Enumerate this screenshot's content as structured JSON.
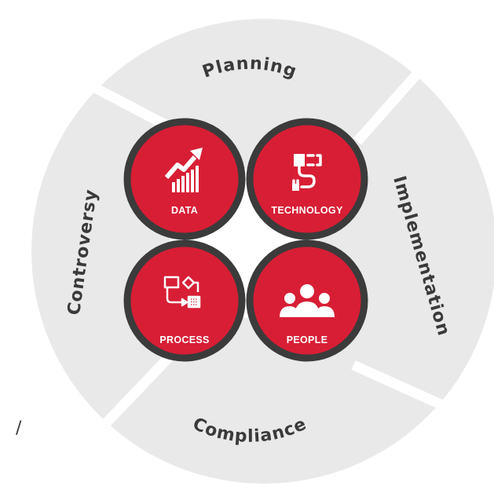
{
  "colors": {
    "ring": "#e9e9e9",
    "ring_gap": "#ffffff",
    "node_fill": "#d81e35",
    "node_border": "#3b3b3b",
    "ring_text": "#3a3a3a",
    "node_text": "#ffffff"
  },
  "ring": {
    "segments": [
      {
        "label": "Planning"
      },
      {
        "label": "Implementation"
      },
      {
        "label": "Compliance"
      },
      {
        "label": "Controversy"
      }
    ]
  },
  "nodes": [
    {
      "label": "DATA",
      "icon": "growth-chart-icon"
    },
    {
      "label": "TECHNOLOGY",
      "icon": "plug-icon"
    },
    {
      "label": "PROCESS",
      "icon": "flowchart-icon"
    },
    {
      "label": "PEOPLE",
      "icon": "group-icon"
    }
  ],
  "stray_text": "/"
}
